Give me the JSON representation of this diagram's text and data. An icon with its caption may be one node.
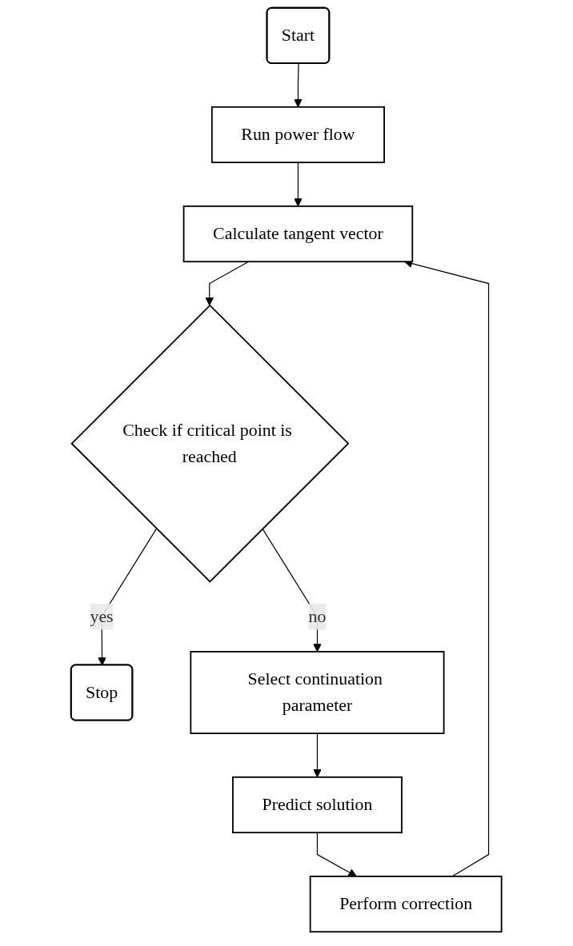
{
  "diagram": {
    "nodes": [
      {
        "text": [
          "Start"
        ]
      },
      {
        "text": [
          "Run power flow"
        ]
      },
      {
        "text": [
          "Calculate tangent vector"
        ]
      },
      {
        "text": [
          "Check if critical point is reached"
        ]
      },
      {
        "text": [
          "Stop"
        ]
      },
      {
        "text": [
          "Select continuation parameter"
        ]
      },
      {
        "text": [
          "Predict solution"
        ]
      },
      {
        "text": [
          "Perform correction"
        ]
      }
    ],
    "edges": [
      {
        "from": 0,
        "to": 1,
        "arrow": "to"
      },
      {
        "from": 1,
        "to": 2,
        "arrow": "to"
      },
      {
        "from": 2,
        "to": 3,
        "arrow": "to"
      },
      {
        "from": 3,
        "to": 4,
        "arrow": "to",
        "label": "yes"
      },
      {
        "from": 3,
        "to": 5,
        "arrow": "to",
        "label": "no"
      },
      {
        "from": 5,
        "to": 6,
        "arrow": "to"
      },
      {
        "from": 6,
        "to": 7,
        "arrow": "to"
      },
      {
        "from": 7,
        "to": 2,
        "arrow": "to"
      }
    ]
  }
}
